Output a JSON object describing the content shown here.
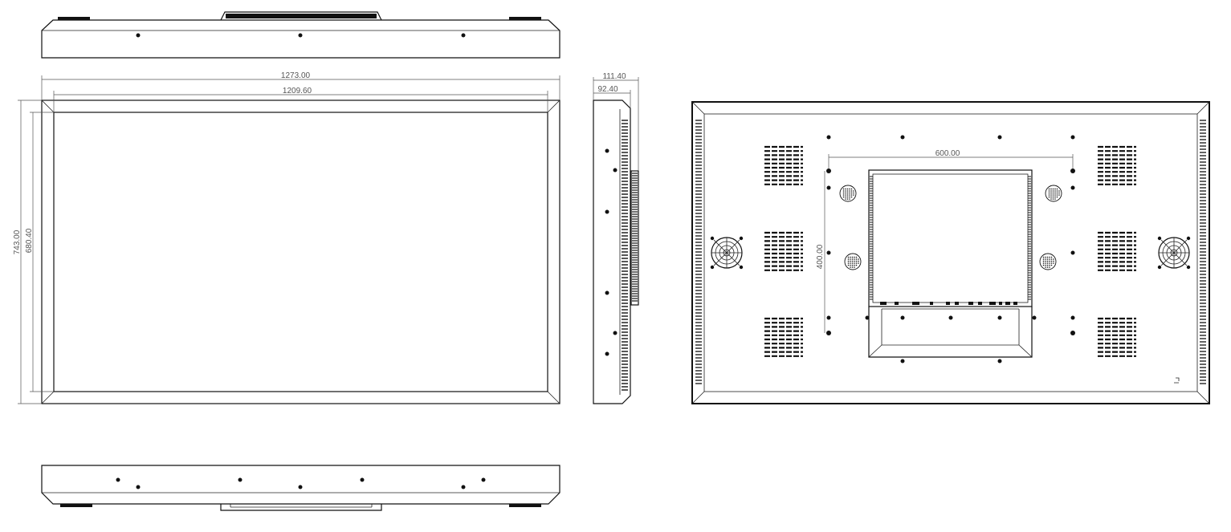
{
  "dimensions": {
    "overall_width": "1273.00",
    "screen_width": "1209.60",
    "overall_height": "743.00",
    "screen_height": "680.40",
    "overall_depth": "111.40",
    "body_depth": "92.40",
    "vesa_horizontal": "600.00",
    "vesa_vertical": "400.00"
  },
  "colors": {
    "line": "#111111",
    "dimension": "#555555",
    "background": "#ffffff"
  }
}
